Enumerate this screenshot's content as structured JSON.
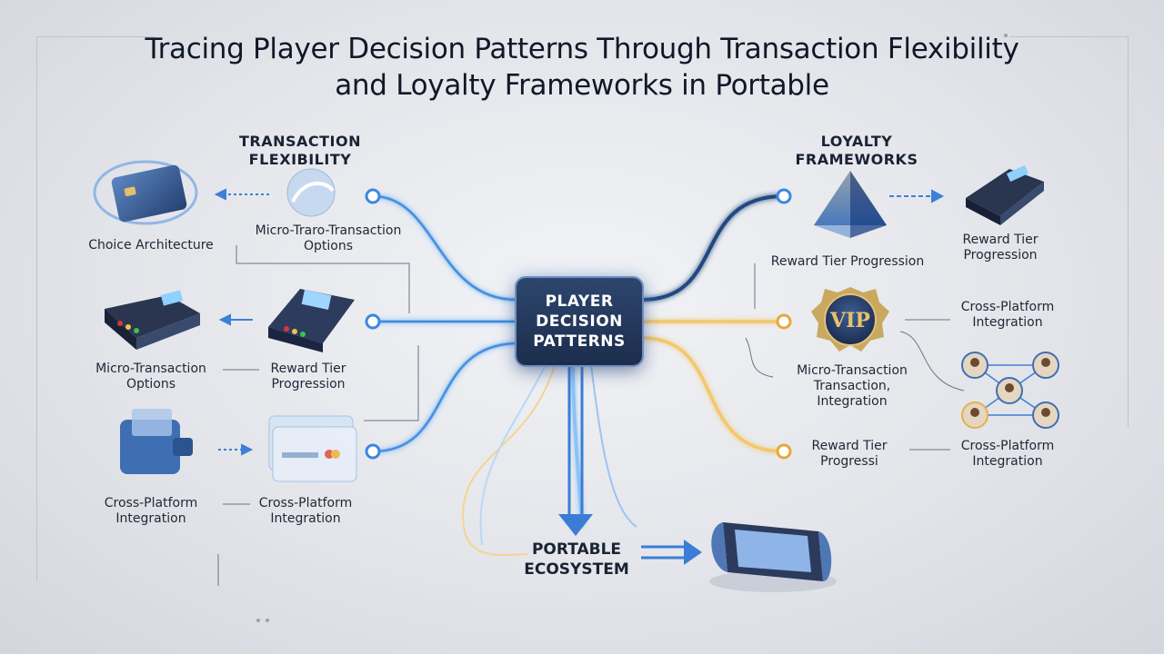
{
  "title": "Tracing Player Decision Patterns Through Transaction Flexibility and Loyalty Frameworks in Portable",
  "hub": {
    "label": "PLAYER DECISION PATTERNS"
  },
  "left": {
    "section_title": "TRANSACTION FLEXIBILITY",
    "labels": {
      "choice_architecture": "Choice Architecture",
      "micro_traro": "Micro-Traro-Transaction Options",
      "micro_transaction": "Micro-Transaction Options",
      "reward_tier": "Reward Tier Progression",
      "cross_platform_a": "Cross-Platform Integration",
      "cross_platform_b": "Cross-Platform Integration"
    }
  },
  "right": {
    "section_title": "LOYALTY FRAMEWORKS",
    "labels": {
      "reward_tier_a": "Reward Tier Progression",
      "reward_tier_b": "Reward Tier Progression",
      "cross_platform_a": "Cross-Platform Integration",
      "micro_transaction": "Micro-Transaction Transaction, Integration",
      "reward_tier_c": "Reward Tier Progressi",
      "cross_platform_b": "Cross-Platform Integration"
    },
    "vip_badge": "VIP"
  },
  "bottom": {
    "label": "PORTABLE ECOSYSTEM"
  },
  "colors": {
    "blue_wire": "#5aa0ea",
    "gold_wire": "#f0c36a",
    "hub": "#223658",
    "accent": "#3a6fb8"
  }
}
